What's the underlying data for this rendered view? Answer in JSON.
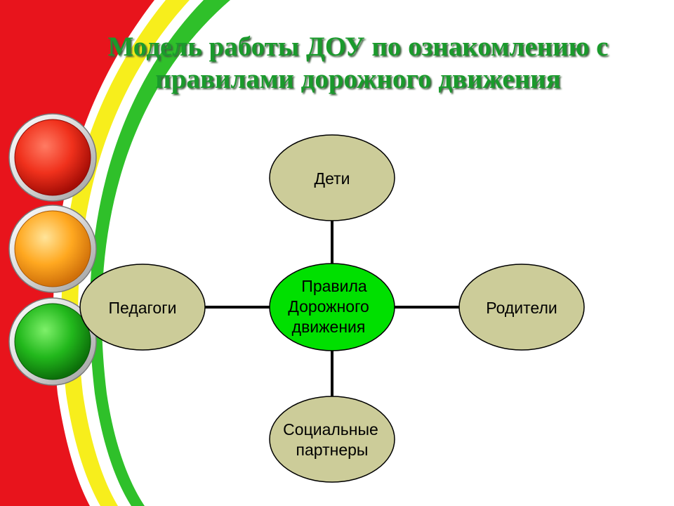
{
  "title": {
    "line1": "Модель работы ДОУ по ознакомлению с",
    "line2": "правилами дорожного движения"
  },
  "diagram": {
    "center": {
      "line1": "Правила",
      "line2": "Дорожного",
      "line3": "движения"
    },
    "nodes": {
      "top": "Дети",
      "left": "Педагоги",
      "right": "Родители",
      "bottom_line1": "Социальные",
      "bottom_line2": "партнеры"
    }
  },
  "colors": {
    "red": "#e8141c",
    "yellow": "#f7ee1c",
    "green": "#2fc02a",
    "title": "#1a9a2c",
    "center_node": "#00e000",
    "outer_node": "#cccc99"
  },
  "traffic_light": [
    "red-light",
    "yellow-light",
    "green-light"
  ]
}
